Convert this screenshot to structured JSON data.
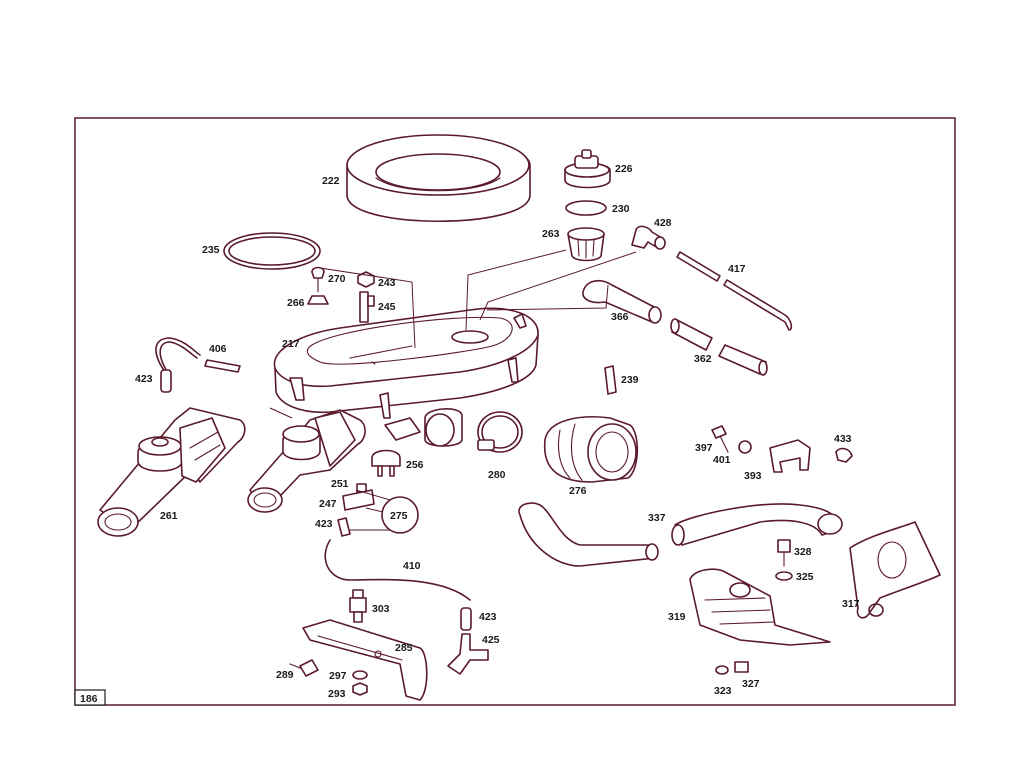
{
  "page_number": "186",
  "colors": {
    "line": "#5a1a2a",
    "label": "#1a1a1a"
  },
  "labels": {
    "p222": "222",
    "p226": "226",
    "p230": "230",
    "p428": "428",
    "p263": "263",
    "p235": "235",
    "p270": "270",
    "p243": "243",
    "p245": "245",
    "p266": "266",
    "p417": "417",
    "p366": "366",
    "p362": "362",
    "p217": "217",
    "p406": "406",
    "p423a": "423",
    "p239": "239",
    "p256": "256",
    "p280": "280",
    "p276": "276",
    "p397": "397",
    "p401": "401",
    "p393": "393",
    "p433": "433",
    "p261": "261",
    "p251": "251",
    "p247": "247",
    "p275": "275",
    "p423b": "423",
    "p337": "337",
    "p328": "328",
    "p325": "325",
    "p317": "317",
    "p410": "410",
    "p303": "303",
    "p423c": "423",
    "p425": "425",
    "p285": "285",
    "p289": "289",
    "p297": "297",
    "p293": "293",
    "p319": "319",
    "p323": "323",
    "p327": "327"
  }
}
